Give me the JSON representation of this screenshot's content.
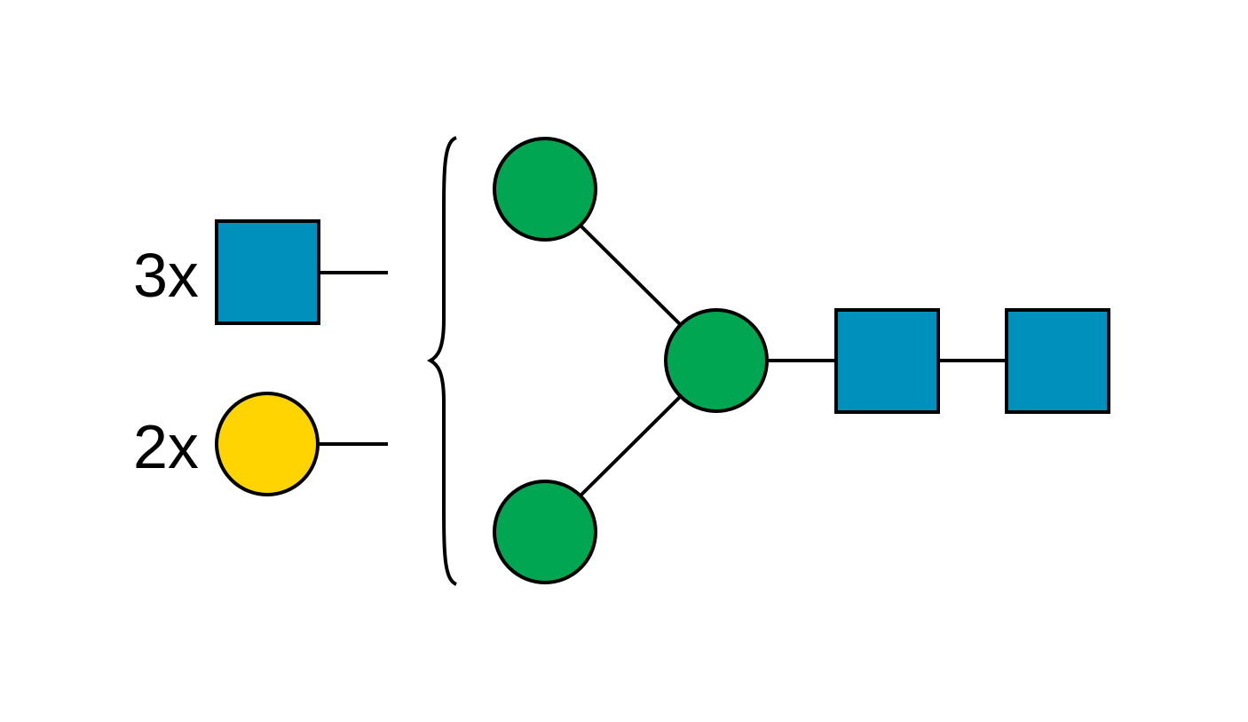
{
  "colors": {
    "background": "#ffffff",
    "outline": "#000000",
    "square": "#0090bc",
    "mannose": "#00a651",
    "galactose": "#ffd400"
  },
  "legend": {
    "items": [
      {
        "count_label": "3x",
        "shape": "square",
        "color": "#0090bc"
      },
      {
        "count_label": "2x",
        "shape": "circle",
        "color": "#ffd400"
      }
    ]
  },
  "structure": {
    "nodes": [
      {
        "id": "top-branch",
        "shape": "circle",
        "color": "#00a651"
      },
      {
        "id": "core-branch",
        "shape": "circle",
        "color": "#00a651"
      },
      {
        "id": "bottom-branch",
        "shape": "circle",
        "color": "#00a651"
      },
      {
        "id": "core-square-1",
        "shape": "square",
        "color": "#0090bc"
      },
      {
        "id": "core-square-2",
        "shape": "square",
        "color": "#0090bc"
      }
    ],
    "edges": [
      [
        "top-branch",
        "core-branch"
      ],
      [
        "bottom-branch",
        "core-branch"
      ],
      [
        "core-branch",
        "core-square-1"
      ],
      [
        "core-square-1",
        "core-square-2"
      ]
    ]
  }
}
